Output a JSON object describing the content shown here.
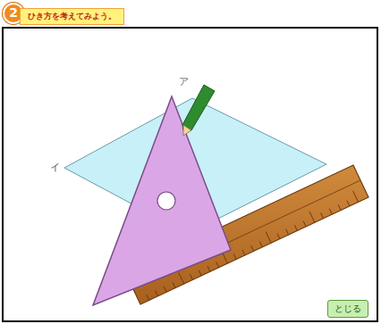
{
  "diagram": {
    "nodes": [
      {
        "text": [
          "2"
        ]
      },
      {
        "text": [
          "ひき方を考えてみよう。"
        ]
      },
      {
        "text": [
          "とじる"
        ]
      }
    ],
    "labels": [
      "ア",
      "イ"
    ]
  }
}
